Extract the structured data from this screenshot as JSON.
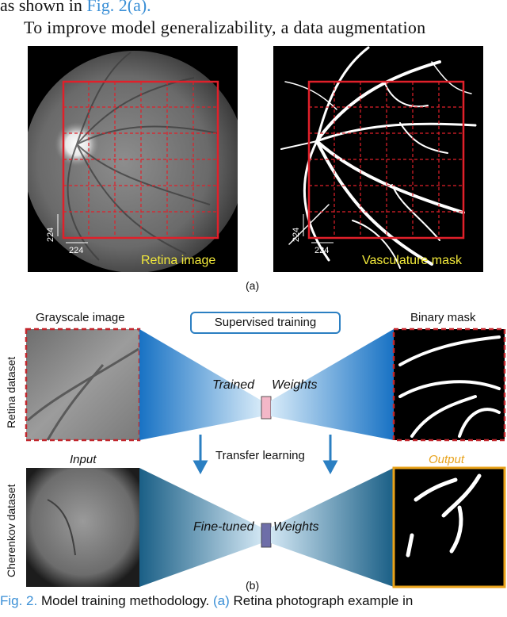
{
  "text": {
    "top_line_prefix": "as shown in ",
    "top_line_link": "Fig. 2(a).",
    "second_line": "To improve model generalizability, a data augmentation"
  },
  "panel_a": {
    "left_image_label": "Retina image",
    "right_image_label": "Vasculature mask",
    "dim_vertical": "224",
    "dim_horizontal": "224",
    "sub_label": "(a)"
  },
  "panel_b": {
    "grayscale_label": "Grayscale image",
    "binary_label": "Binary mask",
    "supervised_label": "Supervised training",
    "trained": "Trained",
    "weights_top": "Weights",
    "retina_dataset": "Retina dataset",
    "transfer_label": "Transfer learning",
    "input_label": "Input",
    "output_label": "Output",
    "fine_tuned": "Fine-tuned",
    "weights_bottom": "Weights",
    "cherenkov_dataset": "Cherenkov dataset",
    "sub_label": "(b)"
  },
  "caption": {
    "fig": "Fig. 2.",
    "text1": " Model training methodology. ",
    "ref_a": "(a)",
    "text2": " Retina photograph example in"
  },
  "colors": {
    "link": "#3a8fd6",
    "grid_red": "#e0202a",
    "label_yellow": "#f2e93a",
    "output_orange": "#e8a21a",
    "net_blue": "#1f7fc9"
  }
}
